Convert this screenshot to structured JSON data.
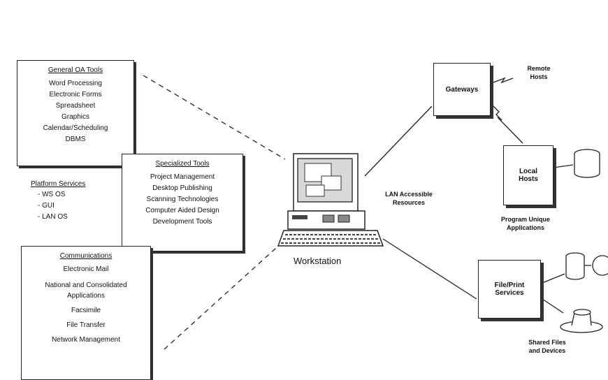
{
  "general_oa": {
    "title": "General OA Tools",
    "items": [
      "Word Processing",
      "Electronic Forms",
      "Spreadsheet",
      "Graphics",
      "Calendar/Scheduling",
      "DBMS"
    ]
  },
  "platform": {
    "title": "Platform Services",
    "items": [
      "- WS OS",
      "- GUI",
      "- LAN OS"
    ]
  },
  "specialized": {
    "title": "Specialized Tools",
    "items": [
      "Project Management",
      "Desktop Publishing",
      "Scanning Technologies",
      "Computer Aided Design",
      "Development Tools"
    ]
  },
  "communications": {
    "title": "Communications",
    "items": [
      "Electronic Mail",
      "National and Consolidated Applications",
      "Facsimile",
      "File Transfer",
      "Network Management"
    ]
  },
  "workstation": {
    "label": "Workstation"
  },
  "lan_label": "LAN Accessible Resources",
  "gateways": {
    "label": "Gateways"
  },
  "remote_hosts": "Remote Hosts",
  "local_hosts": {
    "label": "Local Hosts"
  },
  "program_unique": "Program Unique Applications",
  "file_print": {
    "label": "File/Print Services"
  },
  "shared_files": "Shared Files and Devices"
}
